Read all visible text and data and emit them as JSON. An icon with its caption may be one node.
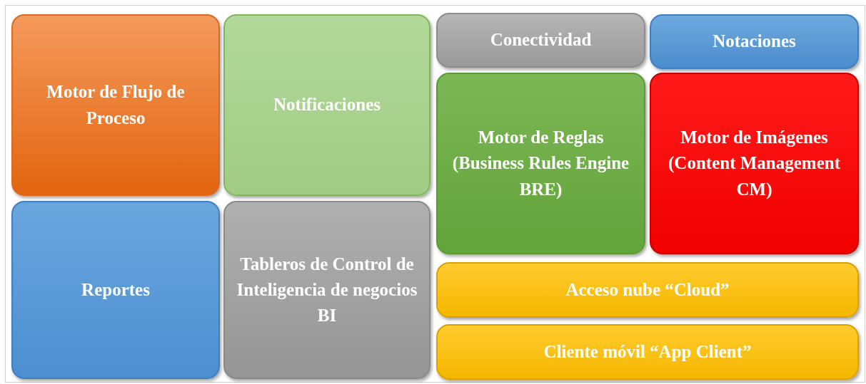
{
  "diagram": {
    "nodes": [
      {
        "text": [
          "Motor de Flujo de Proceso"
        ]
      },
      {
        "text": [
          "Notificaciones"
        ]
      },
      {
        "text": [
          "Conectividad"
        ]
      },
      {
        "text": [
          "Notaciones"
        ]
      },
      {
        "text": [
          "Motor de Reglas (Business Rules Engine BRE)"
        ]
      },
      {
        "text": [
          "Motor de Imágenes (Content Management CM)"
        ]
      },
      {
        "text": [
          "Reportes"
        ]
      },
      {
        "text": [
          "Tableros de Control de Inteligencia de negocios BI"
        ]
      },
      {
        "text": [
          "Acceso nube “Cloud”"
        ]
      },
      {
        "text": [
          "Cliente móvil “App Client”"
        ]
      }
    ]
  }
}
